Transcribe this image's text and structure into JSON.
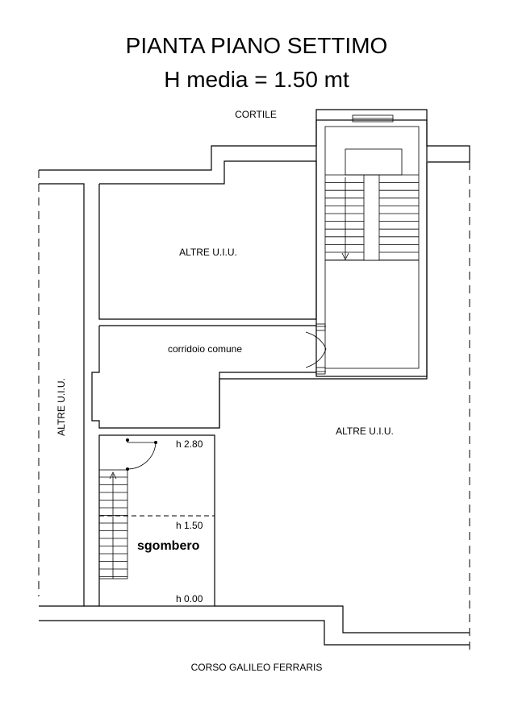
{
  "title": "PIANTA PIANO SETTIMO",
  "subtitle": "H media = 1.50 mt",
  "labels": {
    "cortile": "CORTILE",
    "corso": "CORSO GALILEO FERRARIS",
    "altre_top": "ALTRE U.I.U.",
    "altre_left": "ALTRE U.I.U.",
    "altre_right": "ALTRE U.I.U.",
    "corridoio": "corridoio comune",
    "sgombero": "sgombero",
    "h_280": "h 2.80",
    "h_150": "h 1.50",
    "h_000": "h 0.00"
  }
}
